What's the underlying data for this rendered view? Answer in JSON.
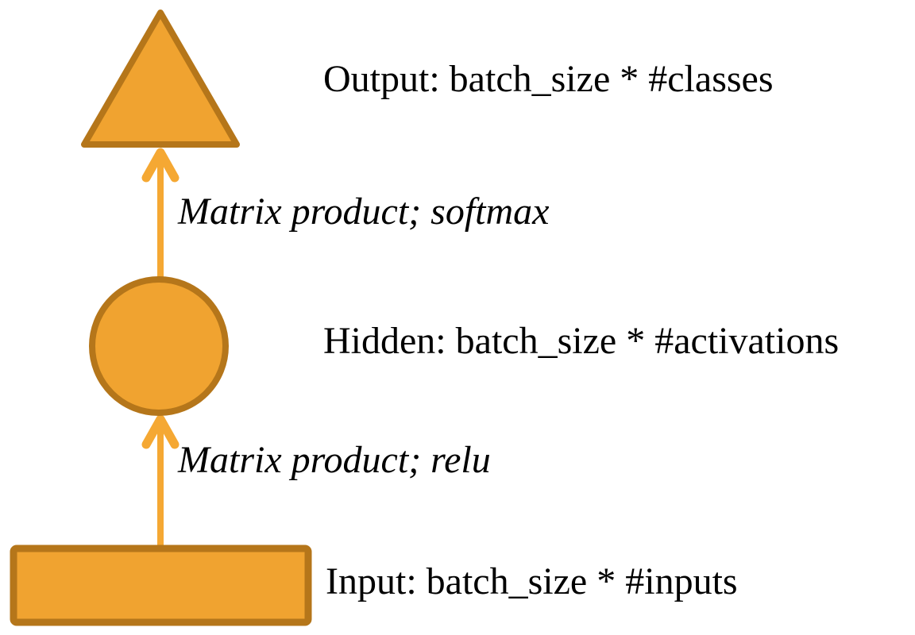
{
  "diagram": {
    "title": "",
    "nodes": [
      {
        "id": "output",
        "shape": "triangle",
        "label": "Output: batch_size * #classes"
      },
      {
        "id": "hidden",
        "shape": "circle",
        "label": "Hidden: batch_size * #activations"
      },
      {
        "id": "input",
        "shape": "rectangle",
        "label": "Input: batch_size * #inputs"
      }
    ],
    "edges": [
      {
        "from": "hidden",
        "to": "output",
        "label": "Matrix product; softmax"
      },
      {
        "from": "input",
        "to": "hidden",
        "label": "Matrix product; relu"
      }
    ]
  },
  "colors": {
    "shape_fill": "#F0A330",
    "shape_border": "#B5761A",
    "arrow": "#F5A833",
    "text": "#000000",
    "background": "#FFFFFF"
  }
}
